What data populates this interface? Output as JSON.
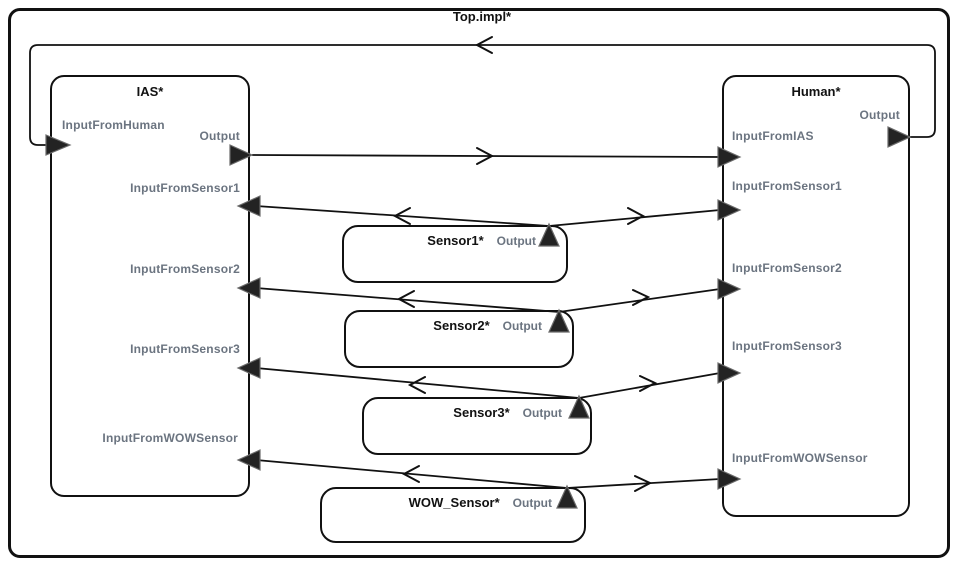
{
  "diagram": {
    "title": "Top.impl*",
    "colors": {
      "line": "#111111",
      "port_label": "#6b7480",
      "border": "#111111",
      "background": "#ffffff"
    },
    "components": {
      "ias": {
        "title": "IAS*",
        "ports": {
          "input_from_human": "InputFromHuman",
          "output": "Output",
          "input_from_sensor1": "InputFromSensor1",
          "input_from_sensor2": "InputFromSensor2",
          "input_from_sensor3": "InputFromSensor3",
          "input_from_wow_sensor": "InputFromWOWSensor"
        }
      },
      "human": {
        "title": "Human*",
        "ports": {
          "output": "Output",
          "input_from_ias": "InputFromIAS",
          "input_from_sensor1": "InputFromSensor1",
          "input_from_sensor2": "InputFromSensor2",
          "input_from_sensor3": "InputFromSensor3",
          "input_from_wow_sensor": "InputFromWOWSensor"
        }
      },
      "sensor1": {
        "title": "Sensor1*",
        "output_port": "Output"
      },
      "sensor2": {
        "title": "Sensor2*",
        "output_port": "Output"
      },
      "sensor3": {
        "title": "Sensor3*",
        "output_port": "Output"
      },
      "wow_sensor": {
        "title": "WOW_Sensor*",
        "output_port": "Output"
      }
    }
  }
}
